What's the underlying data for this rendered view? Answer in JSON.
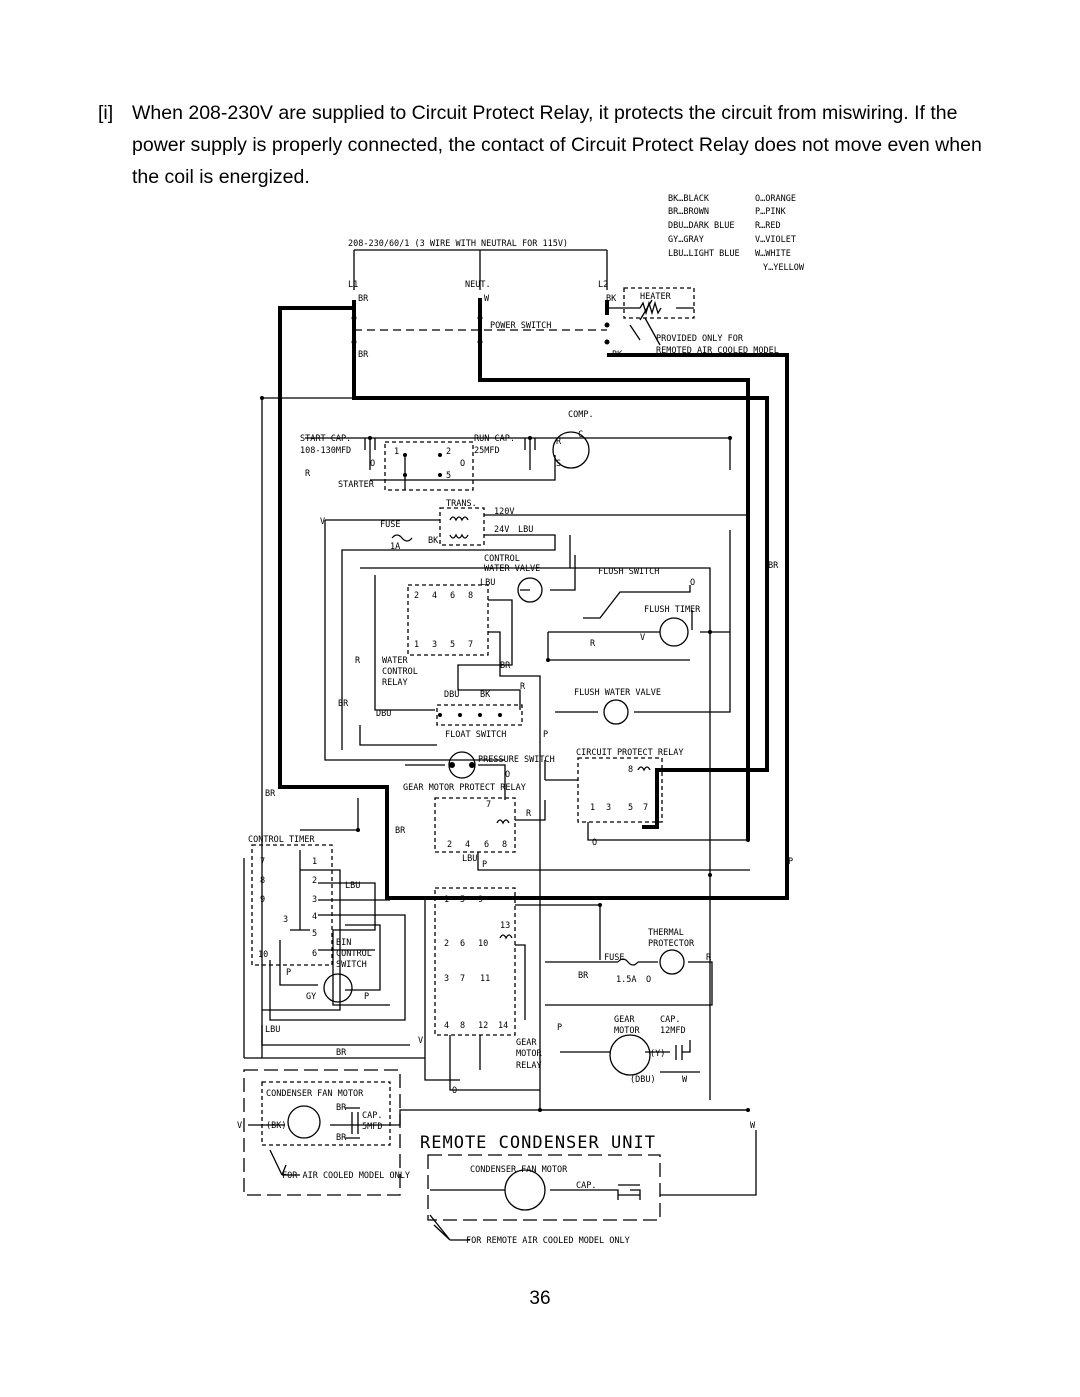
{
  "paragraph": {
    "marker": "[i]",
    "text": "When 208-230V are supplied to Circuit Protect Relay, it protects the circuit from miswiring. If the power supply is properly connected, the contact of Circuit Protect Relay does not move even when the coil is energized."
  },
  "legend": [
    "BK…BLACK",
    "O…ORANGE",
    "BR…BROWN",
    "P…PINK",
    "DBU…DARK BLUE",
    "R…RED",
    "GY…GRAY",
    "V…VIOLET",
    "LBU…LIGHT BLUE",
    "W…WHITE",
    "Y…YELLOW"
  ],
  "labels": {
    "supply": "208-230/60/1 (3 WIRE WITH NEUTRAL FOR 115V)",
    "l1": "L1",
    "neut": "NEUT.",
    "l2": "L2",
    "heater": "HEATER",
    "power_switch": "POWER SWITCH",
    "provided1": "PROVIDED ONLY FOR",
    "provided2": "REMOTED AIR COOLED MODEL",
    "comp": "COMP.",
    "start_cap1": "START CAP.",
    "start_cap2": "108-130MFD",
    "run_cap1": "RUN CAP.",
    "run_cap2": "25MFD",
    "starter": "STARTER",
    "trans": "TRANS.",
    "v120": "120V",
    "v24": "24V",
    "fuse": "FUSE",
    "fuse_1a": "1A",
    "control_water_valve1": "CONTROL",
    "control_water_valve2": "WATER VALVE",
    "flush_switch": "FLUSH SWITCH",
    "flush_timer": "FLUSH TIMER",
    "water_control_relay1": "WATER",
    "water_control_relay2": "CONTROL",
    "water_control_relay3": "RELAY",
    "flush_water_valve": "FLUSH WATER VALVE",
    "float_switch": "FLOAT SWITCH",
    "pressure_switch": "PRESSURE SWITCH",
    "circuit_protect_relay": "CIRCUIT PROTECT RELAY",
    "gear_motor_protect_relay": "GEAR MOTOR PROTECT RELAY",
    "control_timer": "CONTROL TIMER",
    "bin_control_switch1": "BIN",
    "bin_control_switch2": "CONTROL",
    "bin_control_switch3": "SWITCH",
    "thermal_protector1": "THERMAL",
    "thermal_protector2": "PROTECTOR",
    "fuse_15a": "1.5A",
    "gear_motor1": "GEAR",
    "gear_motor2": "MOTOR",
    "gear_cap1": "CAP.",
    "gear_cap2": "12MFD",
    "gear_motor_relay1": "GEAR",
    "gear_motor_relay2": "MOTOR",
    "gear_motor_relay3": "RELAY",
    "condenser_fan_motor": "CONDENSER FAN MOTOR",
    "cap": "CAP.",
    "cap_5mfd": "5MFD",
    "for_air_cooled": "FOR AIR COOLED MODEL ONLY",
    "remote_condenser_unit": "REMOTE CONDENSER UNIT",
    "remote_fan_motor": "CONDENSER FAN MOTOR",
    "remote_cap": "CAP.",
    "for_remote_air_cooled": "FOR REMOTE AIR COOLED MODEL ONLY"
  },
  "wire_codes": {
    "br": "BR",
    "w": "W",
    "bk": "BK",
    "r": "R",
    "v": "V",
    "o": "O",
    "lbu": "LBU",
    "dbu": "DBU",
    "p": "P",
    "gy": "GY",
    "bk_paren": "(BK)",
    "dbu_paren": "(DBU)",
    "y_paren": "(Y)"
  },
  "terminals": {
    "one": "1",
    "two": "2",
    "three": "3",
    "four": "4",
    "five": "5",
    "six": "6",
    "seven": "7",
    "eight": "8",
    "nine": "9",
    "ten": "10",
    "eleven": "11",
    "twelve": "12",
    "thirteen": "13",
    "fourteen": "14",
    "s": "S",
    "c": "C"
  },
  "page_number": "36"
}
